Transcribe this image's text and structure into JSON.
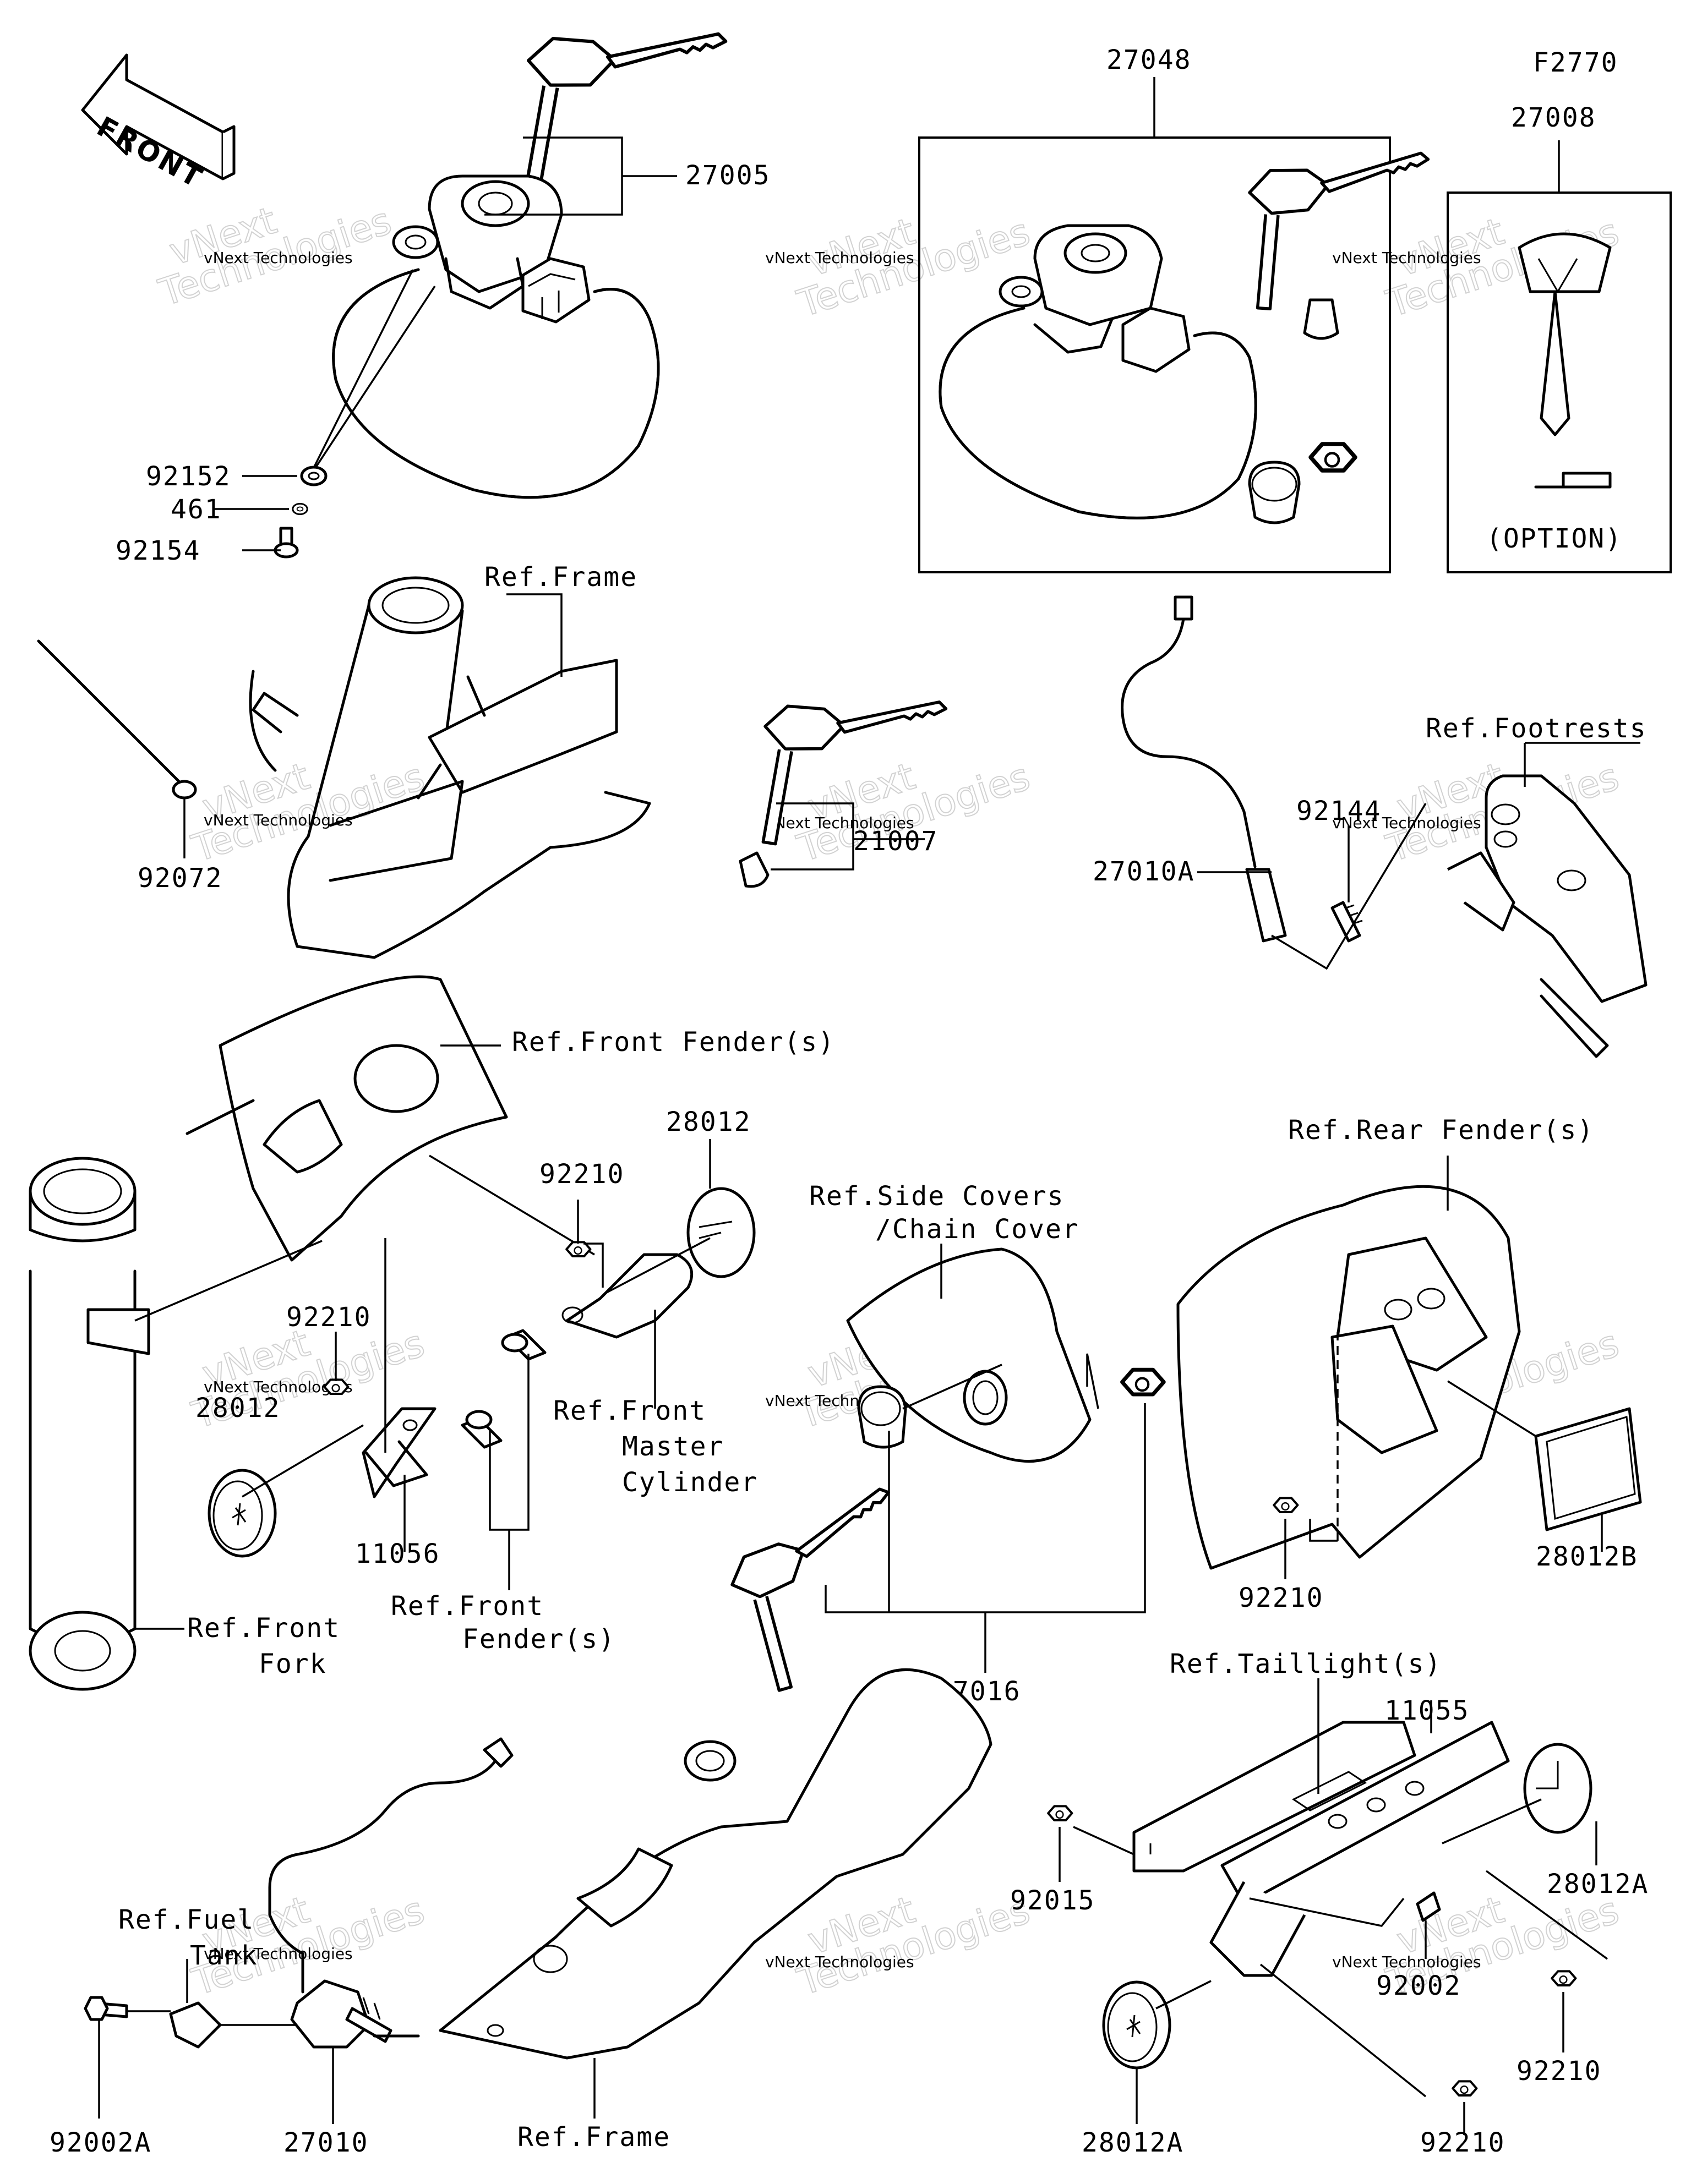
{
  "diagram_id": "F2770",
  "front_arrow_label": "FRONT",
  "watermark": {
    "line1": "vNext",
    "line2": "Technologies",
    "small": "vNext Technologies"
  },
  "parts": {
    "p27005": "27005",
    "p92152": "92152",
    "p461": "461",
    "p92154": "92154",
    "p27048": "27048",
    "p27008": "27008",
    "option": "(OPTION)",
    "p92072": "92072",
    "p21007": "21007",
    "p92144": "92144",
    "p27010A": "27010A",
    "p28012_top": "28012",
    "p92210_a": "92210",
    "p92210_b": "92210",
    "p28012_left": "28012",
    "p11056": "11056",
    "p27016": "27016",
    "p92210_c": "92210",
    "p28012B": "28012B",
    "p11055": "11055",
    "p28012A_right": "28012A",
    "p92015": "92015",
    "p92002": "92002",
    "p92210_d": "92210",
    "p92210_e": "92210",
    "p28012A_bottom": "28012A",
    "p92002A": "92002A",
    "p27010": "27010"
  },
  "refs": {
    "frame_top": "Ref.Frame",
    "footrests": "Ref.Footrests",
    "front_fender": "Ref.Front Fender(s)",
    "rear_fender": "Ref.Rear Fender(s)",
    "side_covers_1": "Ref.Side Covers",
    "side_covers_2": "/Chain Cover",
    "front_master_1": "Ref.Front",
    "front_master_2": "Master",
    "front_master_3": "Cylinder",
    "front_fender2_1": "Ref.Front",
    "front_fender2_2": "Fender(s)",
    "front_fork_1": "Ref.Front",
    "front_fork_2": "Fork",
    "taillight": "Ref.Taillight(s)",
    "fuel_tank_1": "Ref.Fuel",
    "fuel_tank_2": "Tank",
    "frame_bottom": "Ref.Frame"
  }
}
